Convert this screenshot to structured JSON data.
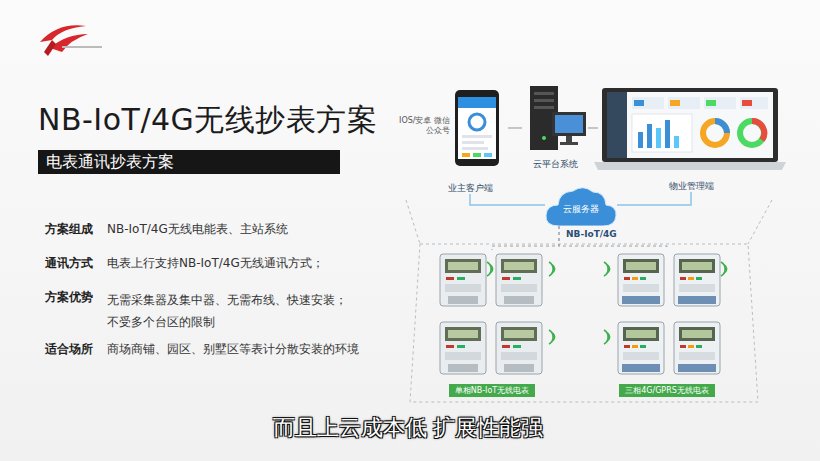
{
  "diagram": {
    "title": "NB-IoT/4G无线抄表方案",
    "caption": "而且上云成本低 扩展性能强",
    "nodes": [
      {
        "text": [
          "电表通讯抄表方案"
        ]
      },
      {
        "text": [
          "业主客户端"
        ]
      },
      {
        "text": [
          "云平台系统"
        ]
      },
      {
        "text": [
          "物业管理端"
        ]
      },
      {
        "text": [
          "云服务器"
        ]
      },
      {
        "text": [
          "单相NB-IoT无线电表"
        ]
      },
      {
        "text": [
          "三相4G/GPRS无线电表"
        ]
      }
    ],
    "edges": [
      {
        "from": 1,
        "to": 2,
        "arrow": "none"
      },
      {
        "from": 2,
        "to": 3,
        "arrow": "none"
      },
      {
        "from": 1,
        "to": 4,
        "arrow": "none"
      },
      {
        "from": 3,
        "to": 4,
        "arrow": "none"
      },
      {
        "from": 4,
        "to": 5,
        "arrow": "none"
      },
      {
        "from": 4,
        "to": 6,
        "arrow": "none"
      }
    ],
    "labels": [
      "IOS/安卓 微信公众号",
      "NB-IoT/4G",
      "方案组成",
      "NB-IoT/4G无线电能表、主站系统",
      "通讯方式",
      "电表上行支持NB-IoT/4G无线通讯方式；",
      "方案优势",
      "无需采集器及集中器、无需布线、快速安装； 不受多个台区的限制",
      "适合场所",
      "商场商铺、园区、别墅区等表计分散安装的环境"
    ]
  }
}
